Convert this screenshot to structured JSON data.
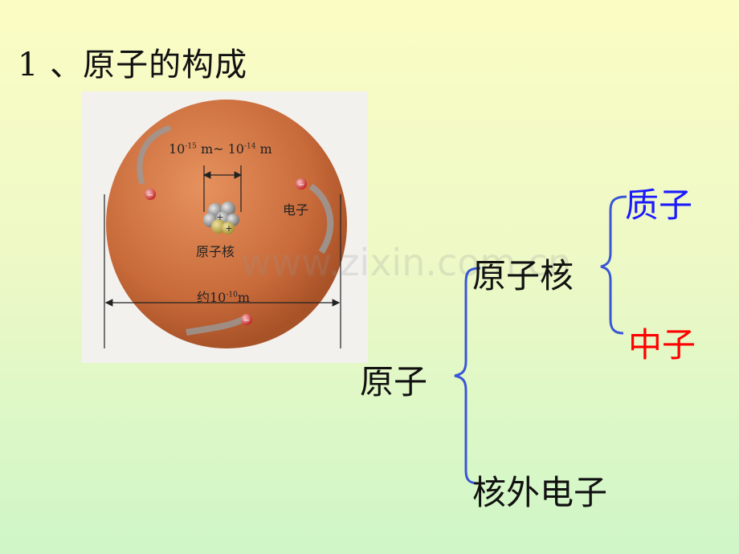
{
  "title": "1 、原子的构成",
  "figure": {
    "nucleus_size_base1": "10",
    "nucleus_size_exp1": "-15",
    "nucleus_size_mid": " m~ 10",
    "nucleus_size_exp2": "-14",
    "nucleus_size_unit": " m",
    "electron_label": "电子",
    "nucleus_label": "原子核",
    "atom_size_prefix": "约10",
    "atom_size_exp": "-10",
    "atom_size_unit": "m"
  },
  "tree": {
    "root": "原子",
    "nucleus": "原子核",
    "proton": "质子",
    "neutron": "中子",
    "electrons": "核外电子"
  },
  "colors": {
    "proton": "#1a1aff",
    "neutron": "#ff0000",
    "brace": "#3a56d6"
  },
  "watermark": "www.zixin.com.cn"
}
